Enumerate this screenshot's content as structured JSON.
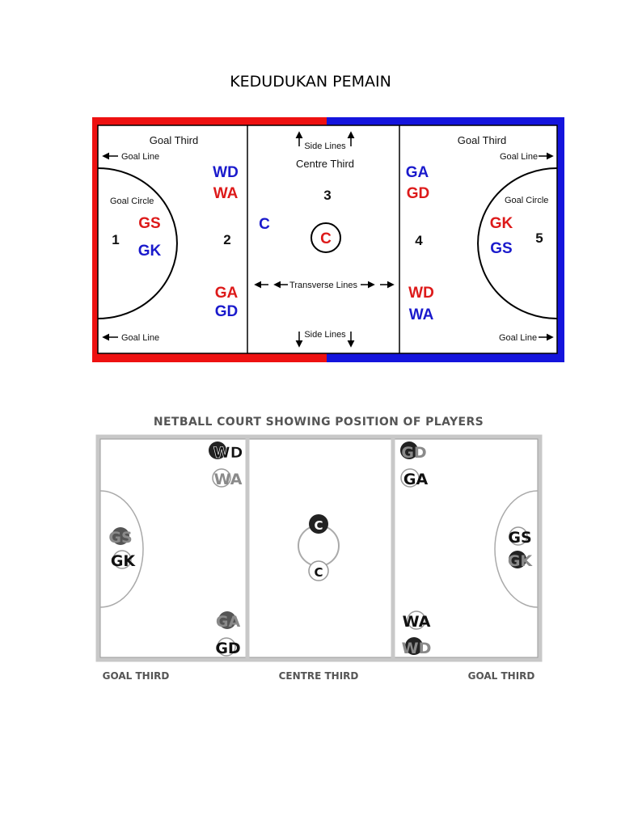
{
  "page": {
    "title": "KEDUDUKAN PEMAIN"
  },
  "court1": {
    "colors": {
      "red": "#ee1111",
      "blue": "#1414dd",
      "text_red": "#dd1a1a",
      "text_blue": "#1a1acc"
    },
    "labels": {
      "goal_third_left": "Goal Third",
      "goal_third_right": "Goal Third",
      "centre_third": "Centre Third",
      "side_lines_top": "Side Lines",
      "side_lines_bottom": "Side Lines",
      "goal_line_tl": "Goal Line",
      "goal_line_bl": "Goal Line",
      "goal_line_tr": "Goal Line",
      "goal_line_br": "Goal Line",
      "goal_circle_left": "Goal Circle",
      "goal_circle_right": "Goal Circle",
      "transverse_lines": "Transverse Lines"
    },
    "zones": {
      "z1": "1",
      "z2": "2",
      "z3": "3",
      "z4": "4",
      "z5": "5"
    },
    "players": {
      "wd_left": "WD",
      "wa_left": "WA",
      "gs_left": "GS",
      "gk_left": "GK",
      "ga_left": "GA",
      "gd_left": "GD",
      "c_left": "C",
      "c_centre": "C",
      "ga_right": "GA",
      "gd_right": "GD",
      "gk_right": "GK",
      "gs_right": "GS",
      "wd_right": "WD",
      "wa_right": "WA"
    }
  },
  "court2": {
    "title": "NETBALL COURT SHOWING POSITION OF PLAYERS",
    "colors": {
      "title": "#555555",
      "frame": "#c8c8c8",
      "lines": "#9a9a9a"
    },
    "players": {
      "wd_left": "WD",
      "wa_left": "WA",
      "gs_left": "GS",
      "gk_left": "GK",
      "ga_left": "GA",
      "gd_left": "GD",
      "c_top": "C",
      "c_bottom": "C",
      "gd_right": "GD",
      "ga_right": "GA",
      "gs_right": "GS",
      "gk_right": "GK",
      "wa_right": "WA",
      "wd_right": "WD"
    },
    "footer": {
      "goal_third_left": "GOAL THIRD",
      "centre_third": "CENTRE THIRD",
      "goal_third_right": "GOAL THIRD"
    }
  }
}
